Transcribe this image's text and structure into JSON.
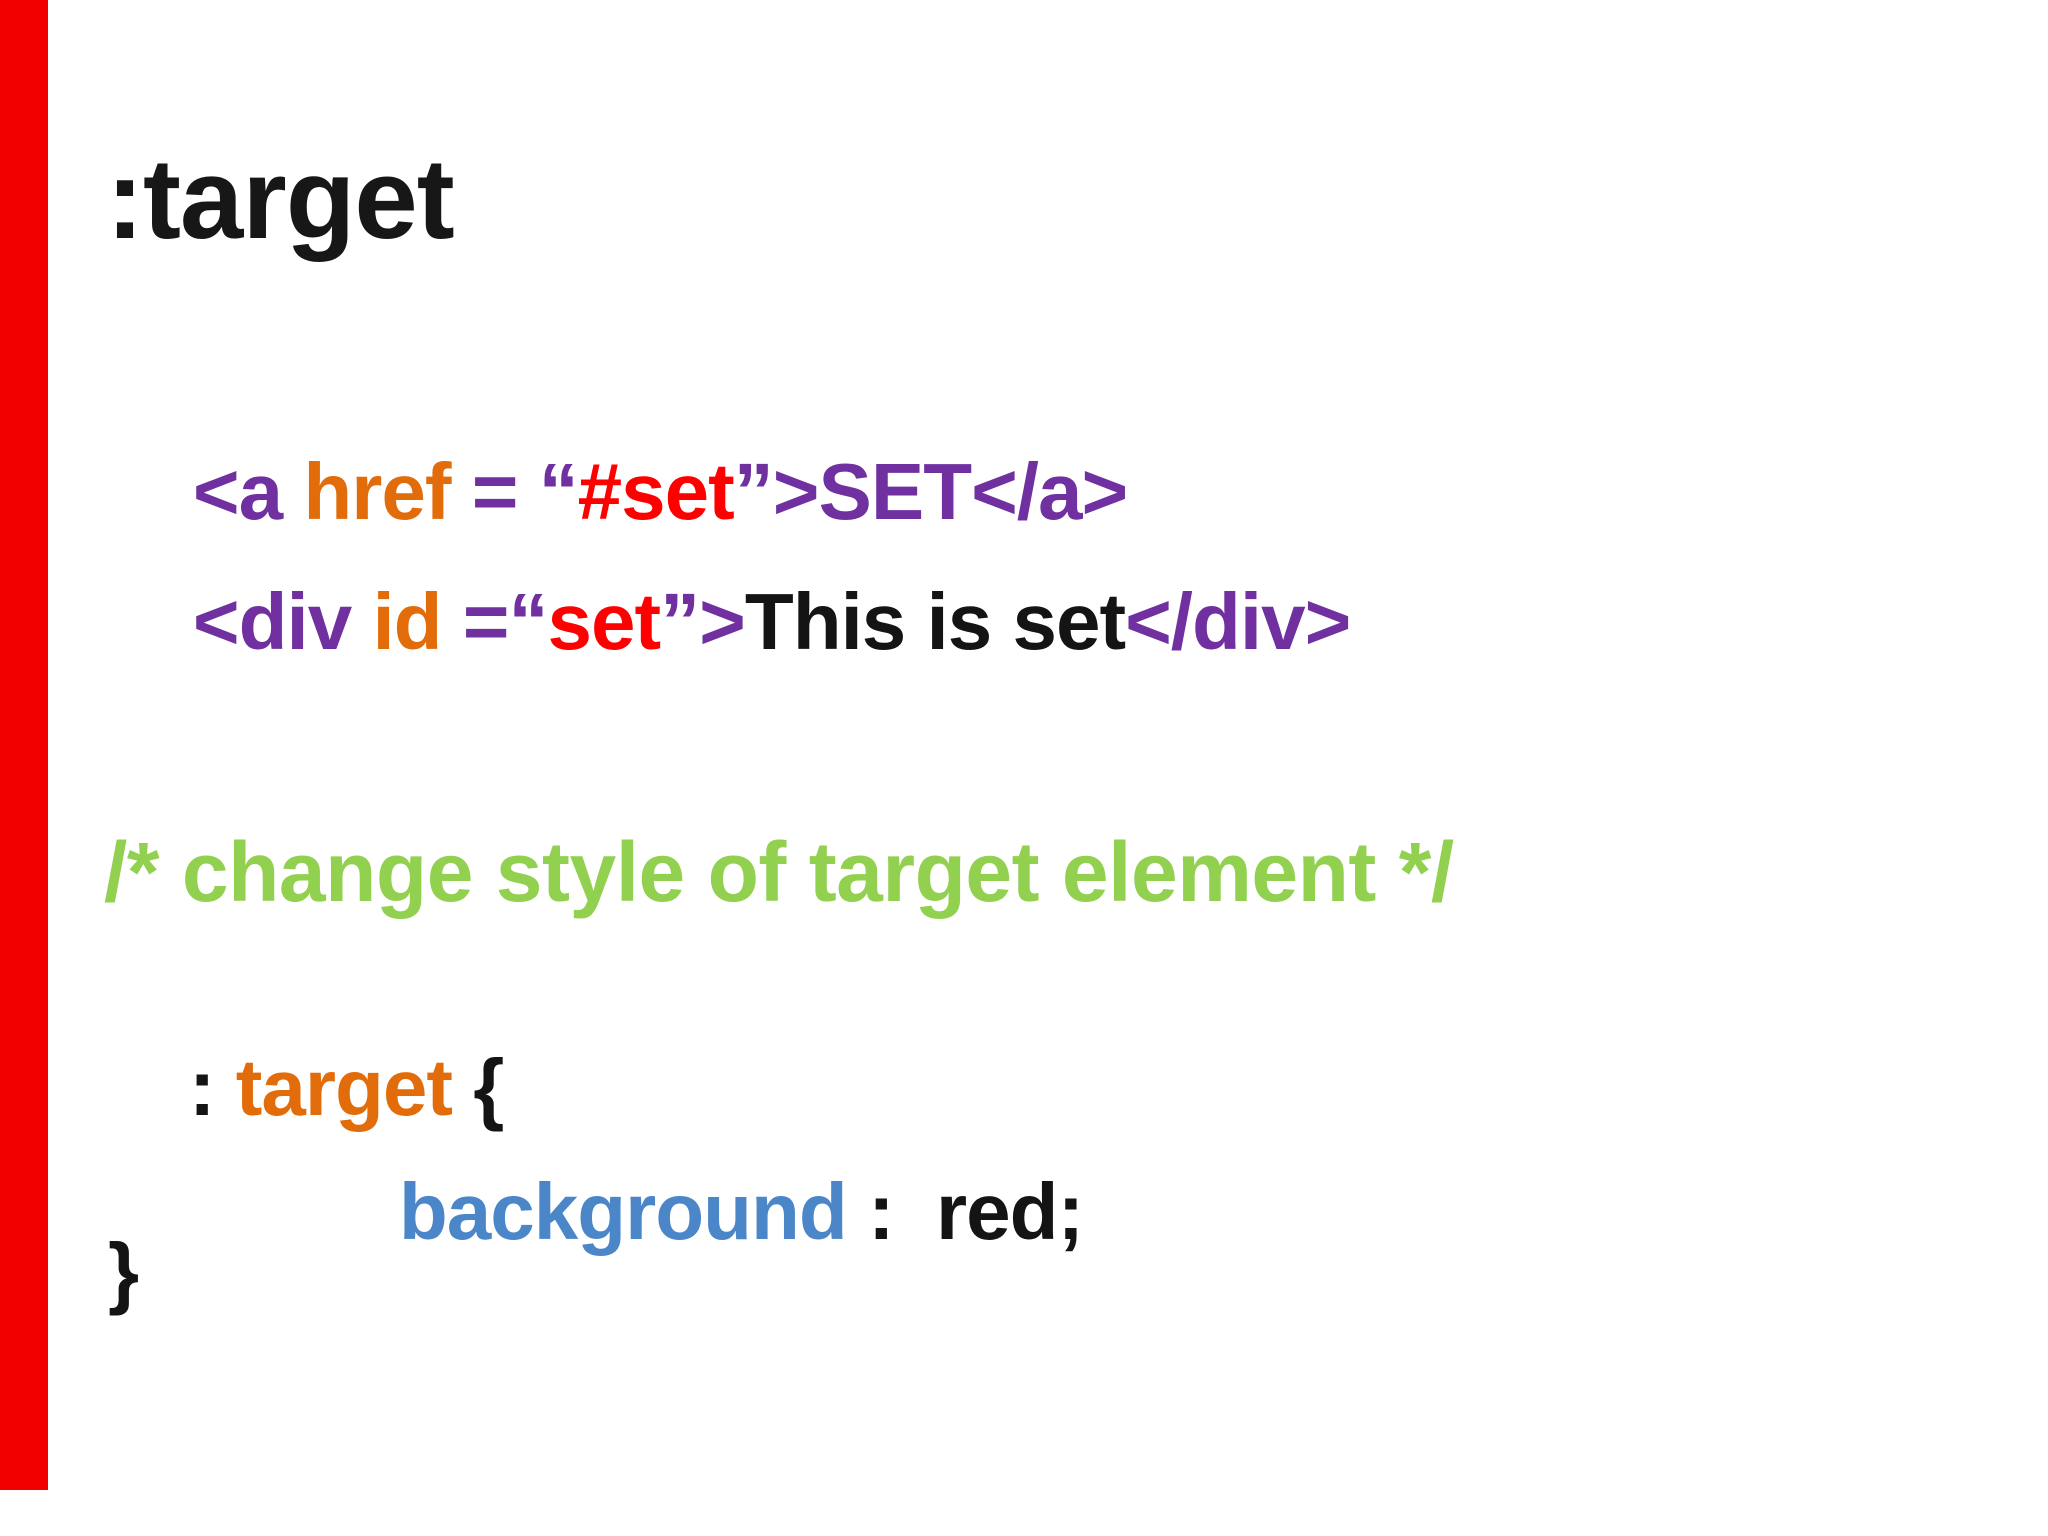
{
  "slide": {
    "title": ":target",
    "html_snippet": {
      "anchor_line": {
        "open": "<a ",
        "attr": "href",
        "eq": " = “",
        "value": "#set",
        "close": "”>SET</a>"
      },
      "div_line": {
        "open": "<div ",
        "attr": "id",
        "eq": " =“",
        "value": "set",
        "close": "”>",
        "content": "This is set",
        "end": "</div>"
      }
    },
    "css_snippet": {
      "comment": "/* change style of target element */",
      "selector": {
        "colon": ": ",
        "pseudo_class": "target",
        "open_brace": " {"
      },
      "declaration": {
        "property": "background",
        "value": " :  red;"
      },
      "close_brace": "}"
    },
    "colors": {
      "tag_purple": "#7030A0",
      "attr_orange": "#E36C0A",
      "value_red": "#FF0000",
      "comment_green": "#92D050",
      "property_blue": "#4A86C8",
      "text_black": "#141414",
      "accent_bar_red": "#F20000"
    }
  }
}
